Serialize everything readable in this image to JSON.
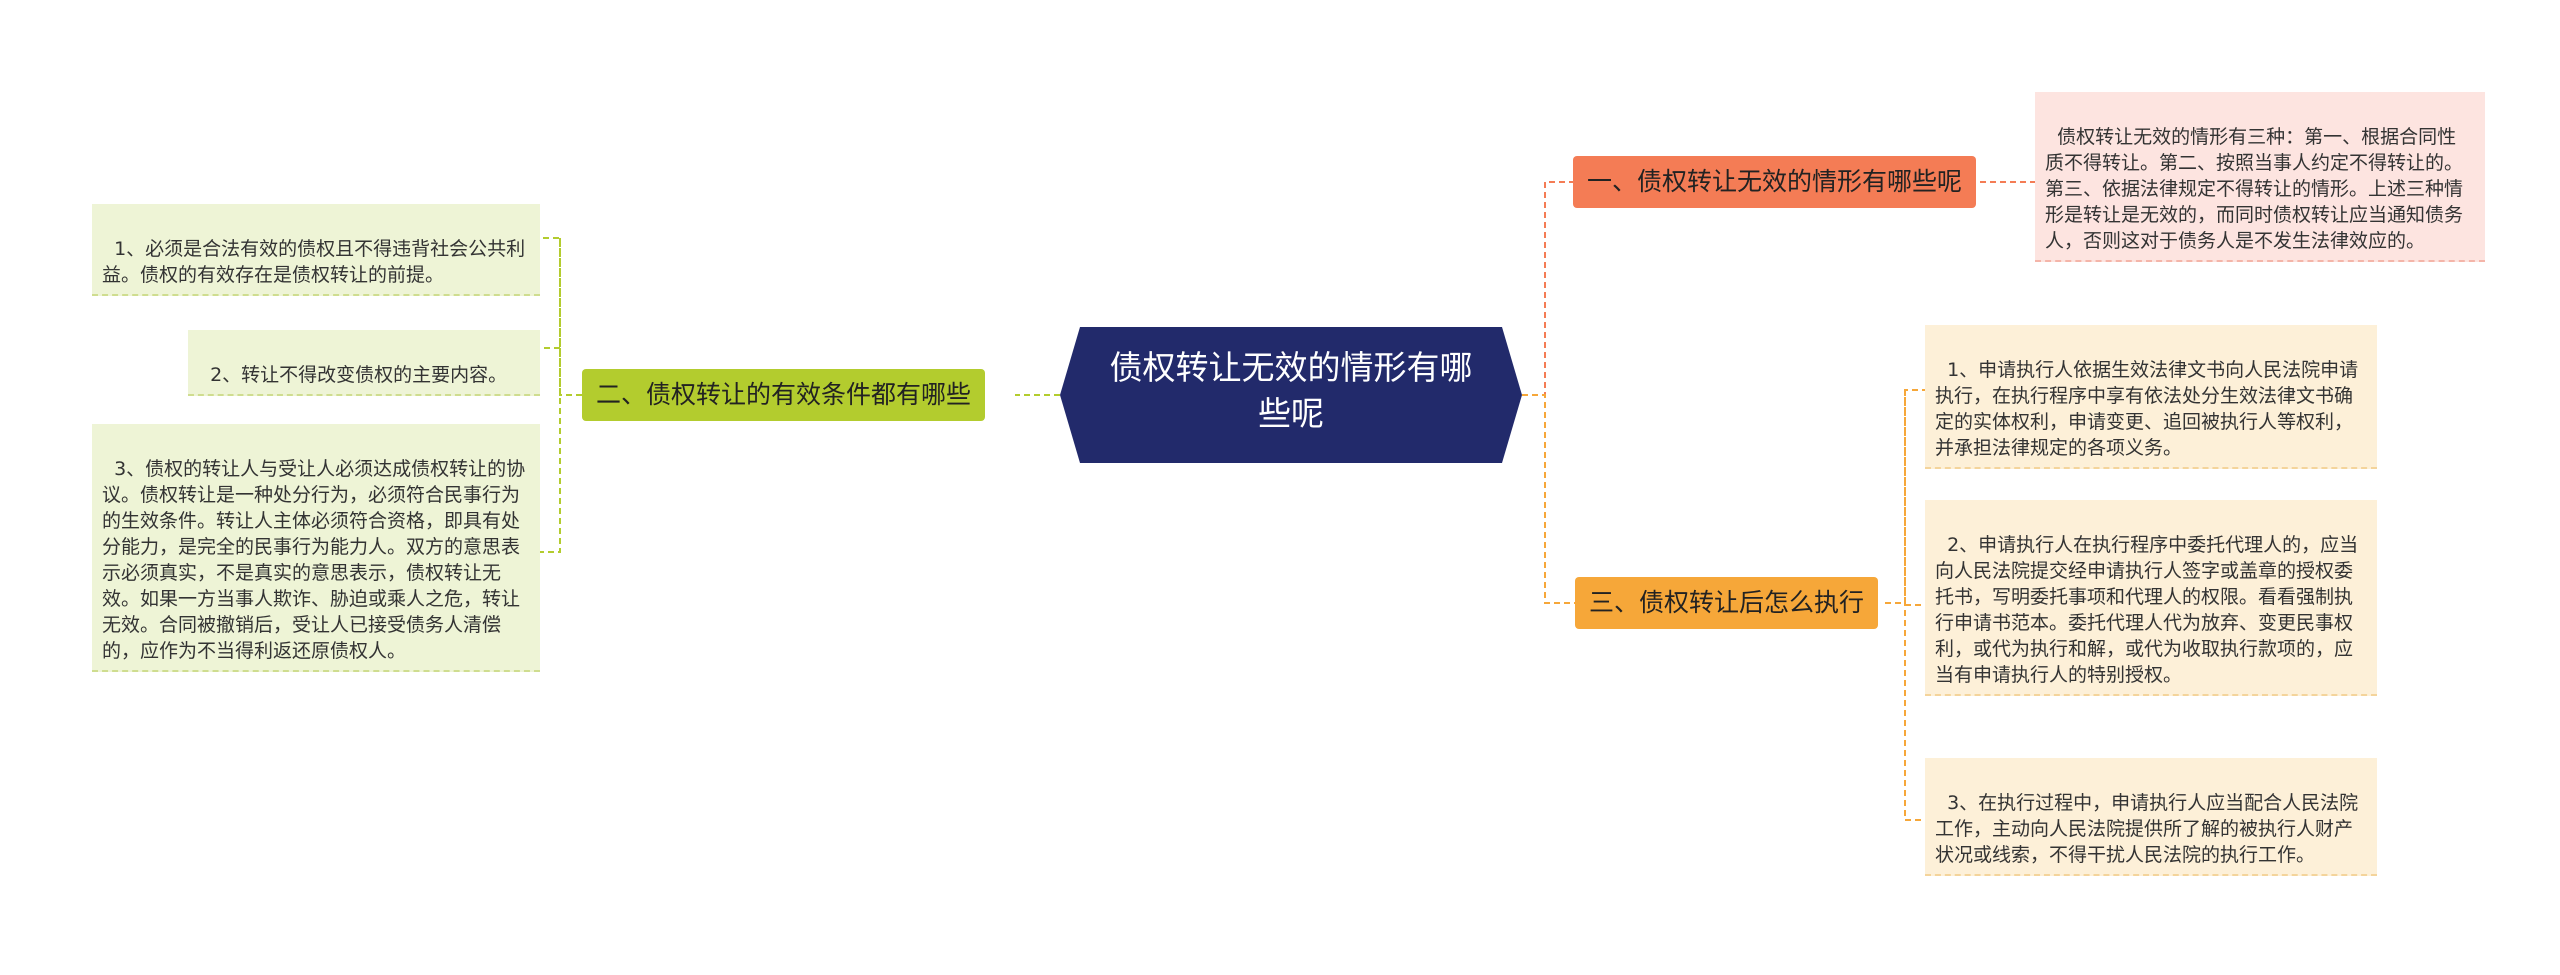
{
  "root": {
    "label": "债权转让无效的情形有哪些呢"
  },
  "branches": {
    "b1": {
      "label": "一、债权转让无效的情形有哪些呢"
    },
    "b2": {
      "label": "二、债权转让的有效条件都有哪些"
    },
    "b3": {
      "label": "三、债权转让后怎么执行"
    }
  },
  "leaves": {
    "b1_1": "债权转让无效的情形有三种：第一、根据合同性质不得转让。第二、按照当事人约定不得转让的。第三、依据法律规定不得转让的情形。上述三种情形是转让是无效的，而同时债权转让应当通知债务人，否则这对于债务人是不发生法律效应的。",
    "b2_1": "1、必须是合法有效的债权且不得违背社会公共利益。债权的有效存在是债权转让的前提。",
    "b2_2": "2、转让不得改变债权的主要内容。",
    "b2_3": "3、债权的转让人与受让人必须达成债权转让的协议。债权转让是一种处分行为，必须符合民事行为的生效条件。转让人主体必须符合资格，即具有处分能力，是完全的民事行为能力人。双方的意思表示必须真实，不是真实的意思表示，债权转让无效。如果一方当事人欺诈、胁迫或乘人之危，转让无效。合同被撤销后，受让人已接受债务人清偿的，应作为不当得利返还原债权人。",
    "b3_1": "1、申请执行人依据生效法律文书向人民法院申请执行，在执行程序中享有依法处分生效法律文书确定的实体权利，申请变更、追回被执行人等权利，并承担法律规定的各项义务。",
    "b3_2": "2、申请执行人在执行程序中委托代理人的，应当向人民法院提交经申请执行人签字或盖章的授权委托书，写明委托事项和代理人的权限。看看强制执行申请书范本。委托代理人代为放弃、变更民事权利，或代为执行和解，或代为收取执行款项的，应当有申请执行人的特别授权。",
    "b3_3": "3、在执行过程中，申请执行人应当配合人民法院工作，主动向人民法院提供所了解的被执行人财产状况或线索，不得干扰人民法院的执行工作。"
  },
  "colors": {
    "root": "#222a6b",
    "branch_green": "#b3cc2e",
    "branch_orange": "#f47c55",
    "branch_yellow": "#f6a739",
    "leaf_green": "#eef4d6",
    "leaf_pink": "#fde4e0",
    "leaf_peach": "#fdf0d8"
  }
}
